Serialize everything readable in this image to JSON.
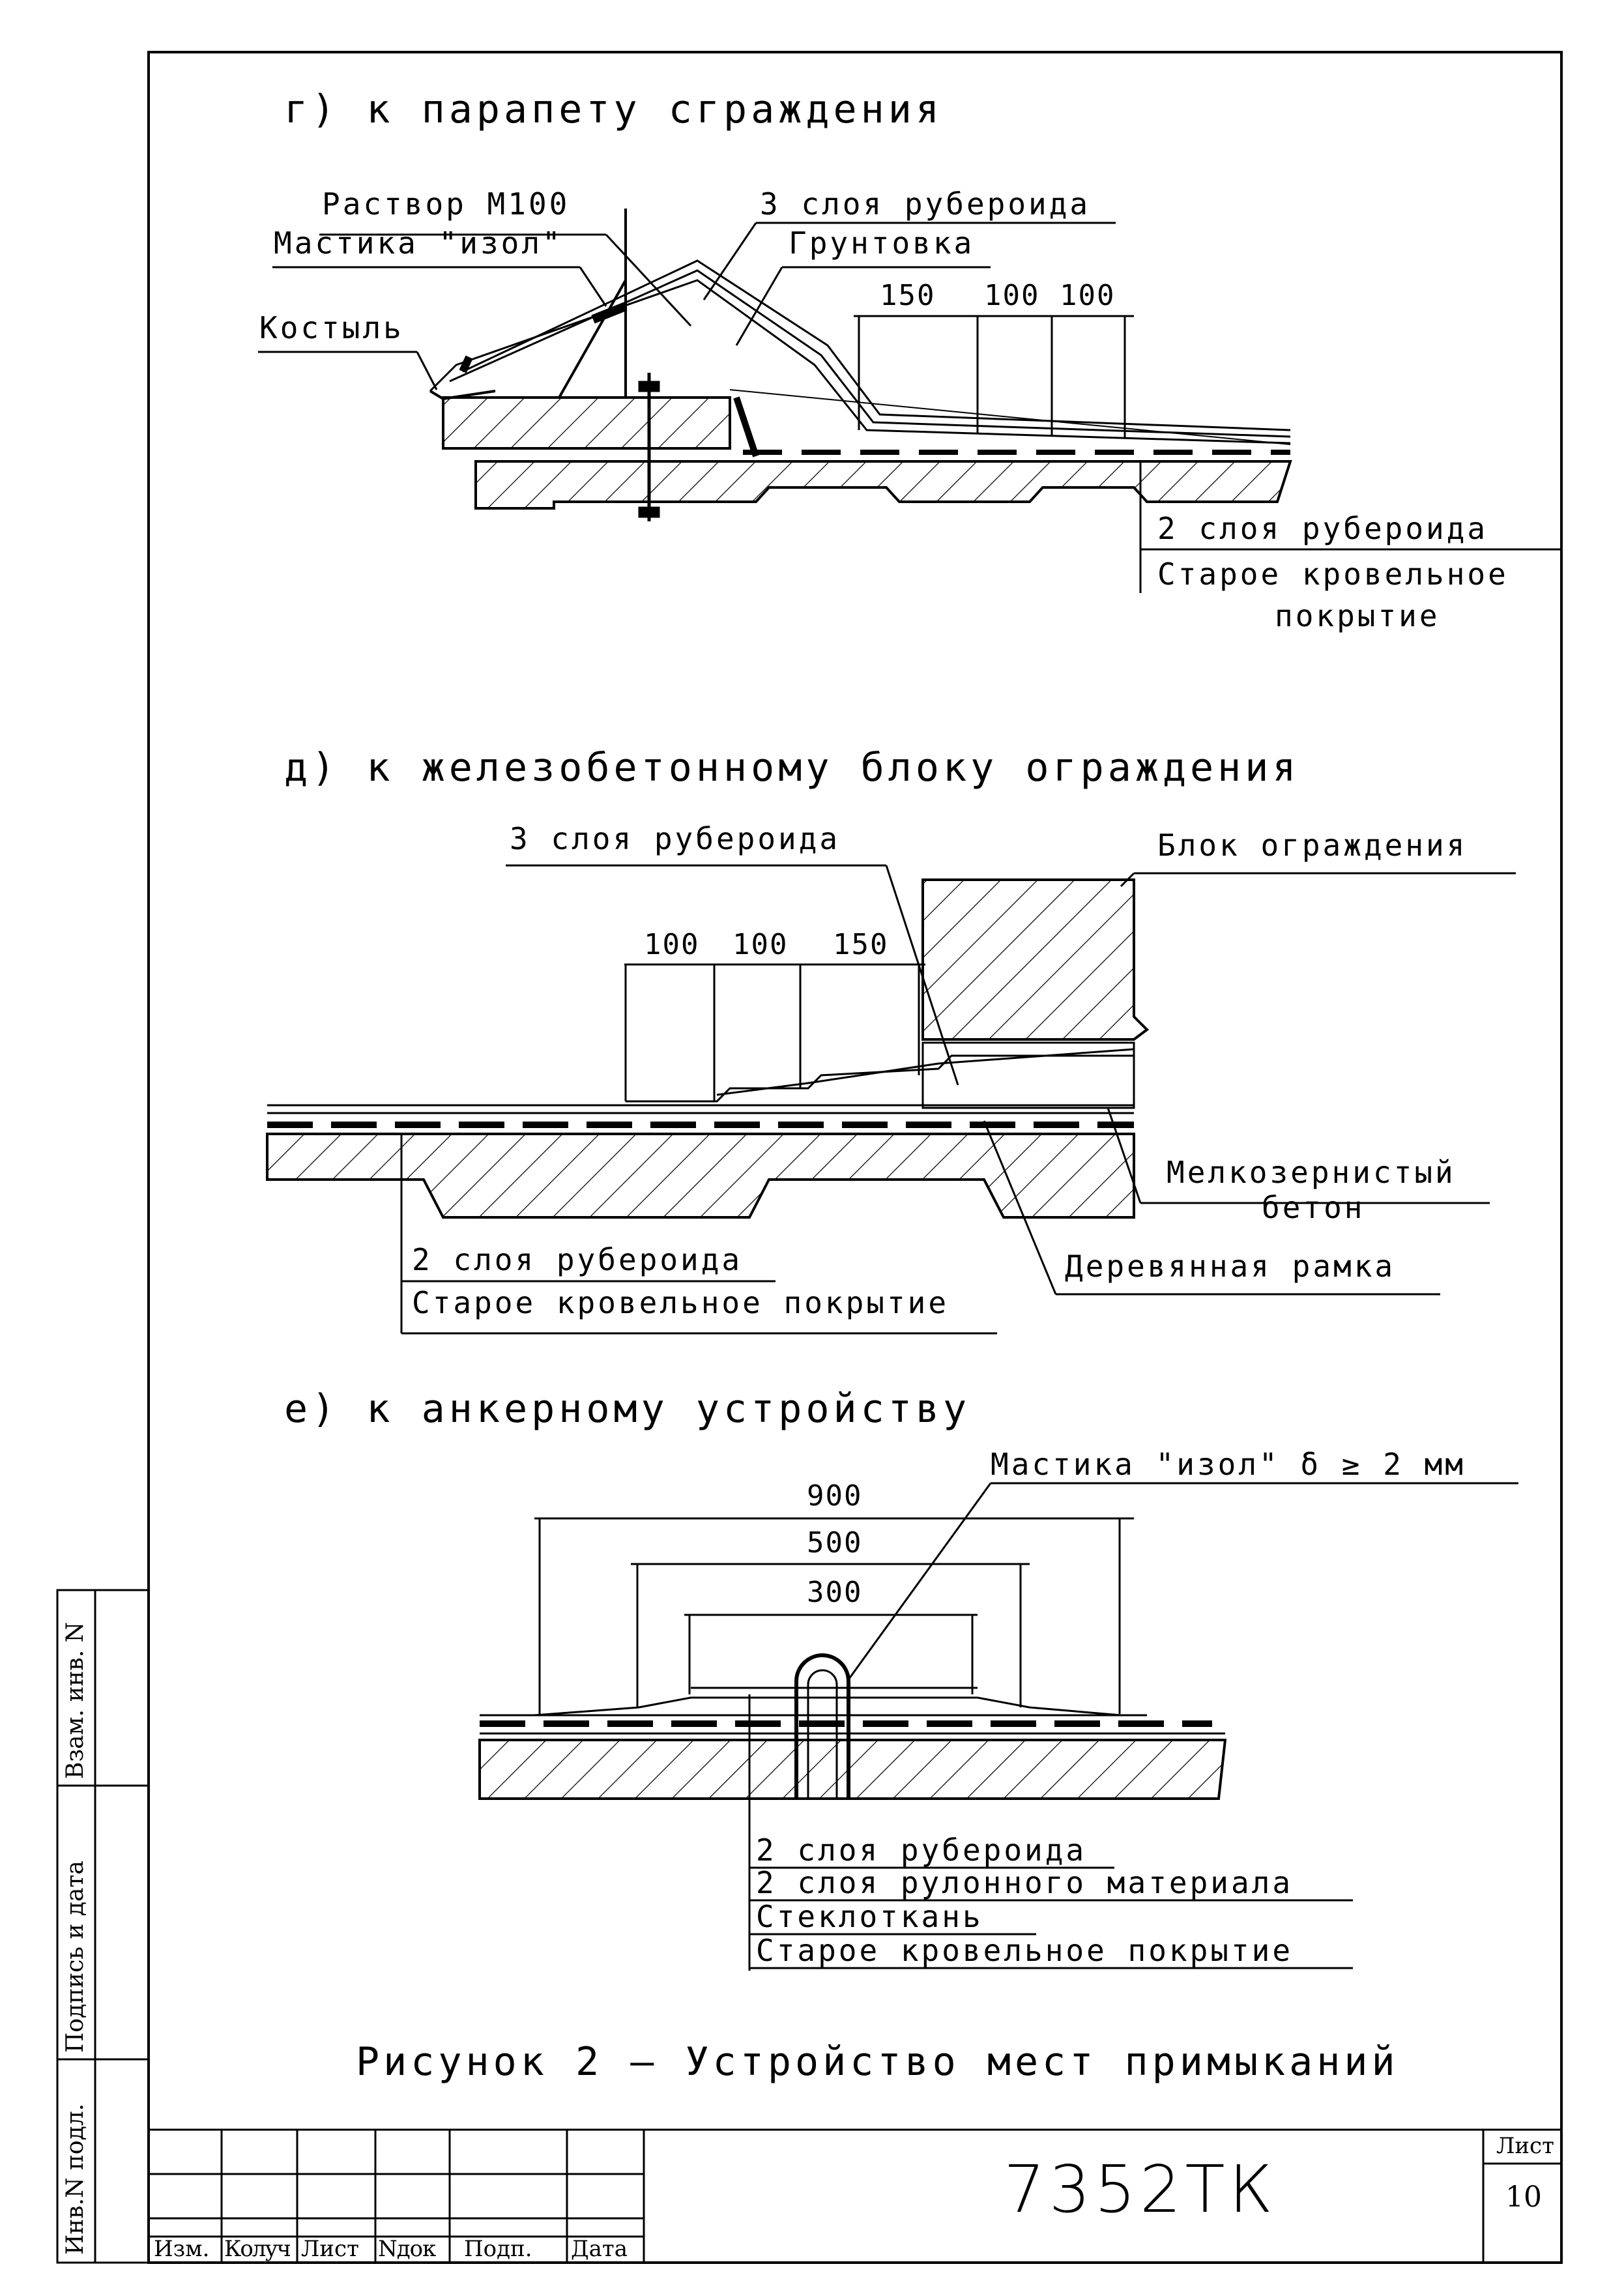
{
  "sections": {
    "g": {
      "title": "г) к парапету сграждения",
      "labels": {
        "rastvor": "Раствор М100",
        "mastika": "Мастика \"изол\"",
        "kostyl": "Костыль",
        "three_layers": "3 слоя рубероида",
        "gruntovka": "Грунтовка",
        "two_layers": "2 слоя рубероида",
        "old_roof_1": "Старое кровельное",
        "old_roof_2": "покрытие"
      },
      "dims": [
        "150",
        "100",
        "100"
      ]
    },
    "d": {
      "title": "д) к железобетонному блоку ограждения",
      "labels": {
        "three_layers": "3 слоя рубероида",
        "blok": "Блок ограждения",
        "beton_1": "Мелкозернистый",
        "beton_2": "бетон",
        "ramka": "Деревянная рамка",
        "two_layers": "2 слоя рубероида",
        "old_roof": "Старое кровельное покрытие"
      },
      "dims": [
        "100",
        "100",
        "150"
      ]
    },
    "e": {
      "title": "е) к анкерному устройству",
      "labels": {
        "mastika": "Мастика \"изол\"  δ ≥ 2 мм",
        "layer1": "2 слоя рубероида",
        "layer2": "2 слоя рулонного материала",
        "layer3": "Стеклоткань",
        "layer4": "Старое кровельное покрытие"
      },
      "dims": [
        "900",
        "500",
        "300"
      ]
    }
  },
  "caption": "Рисунок 2 – Устройство мест примыканий",
  "title_block": {
    "doc_code": "7352ТК",
    "sheet_label": "Лист",
    "sheet_number": "10",
    "columns": [
      "Изм.",
      "Колуч",
      "Лист",
      "Nдок",
      "Подп.",
      "Дата"
    ]
  },
  "side_stamp": [
    "Инв.N подл.",
    "Подпись и дата",
    "Взам. инв. N"
  ]
}
